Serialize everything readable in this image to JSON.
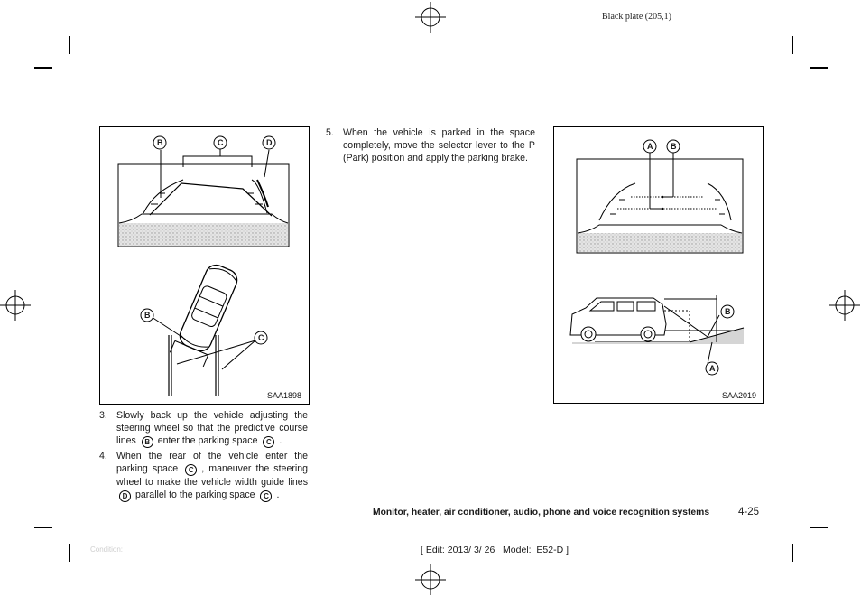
{
  "header": {
    "plate": "Black plate (205,1)"
  },
  "figure_left": {
    "code": "SAA1898",
    "callouts": {
      "b": "B",
      "c": "C",
      "d": "D"
    }
  },
  "figure_right": {
    "code": "SAA2019",
    "callouts": {
      "a": "A",
      "b": "B"
    }
  },
  "steps": {
    "s3": {
      "num": "3.",
      "t1": "Slowly back up the vehicle adjusting the steering wheel so that the predictive course lines",
      "m1": "B",
      "t2": "enter the parking space",
      "m2": "C",
      "t3": "."
    },
    "s4": {
      "num": "4.",
      "t1": "When the rear of the vehicle enter the parking space",
      "m1": "C",
      "t2": ", maneuver the steering wheel to make the vehicle width guide lines",
      "m2": "D",
      "t3": "parallel to the parking space",
      "m3": "C",
      "t4": "."
    },
    "s5": {
      "num": "5.",
      "t1": "When the vehicle is parked in the space completely, move the selector lever to the P (Park) position and apply the parking brake."
    }
  },
  "footer": {
    "title": "Monitor, heater, air conditioner, audio, phone and voice recognition systems",
    "page": "4-25",
    "condition": "Condition:",
    "edit": "[ Edit: 2013/ 3/ 26   Model:  E52-D ]"
  }
}
